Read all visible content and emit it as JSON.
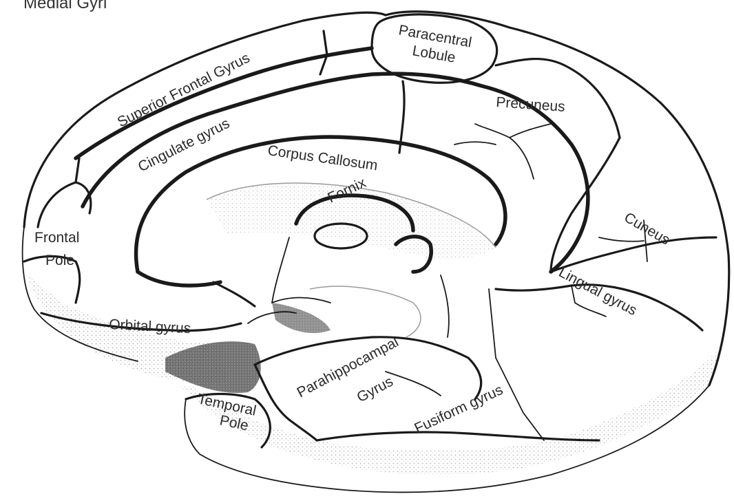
{
  "title": "Medial Gyri",
  "labels": {
    "paracentral_lobule_1": "Paracentral",
    "paracentral_lobule_2": "Lobule",
    "superior_frontal_gyrus": "Superior Frontal Gyrus",
    "precuneus": "Precuneus",
    "cingulate_gyrus": "Cingulate gyrus",
    "corpus_callosum": "Corpus Callosum",
    "fornix": "Fornix",
    "cuneus": "Cuneus",
    "frontal_pole_1": "Frontal",
    "frontal_pole_2": "Pole",
    "lingual_gyrus": "Lingual gyrus",
    "orbital_gyrus": "Orbital gyrus",
    "parahippocampal_gyrus_1": "Parahippocampal",
    "parahippocampal_gyrus_2": "Gyrus",
    "temporal_pole_1": "Temporal",
    "temporal_pole_2": "Pole",
    "fusiform_gyrus": "Fusiform gyrus"
  },
  "colors": {
    "line": "#1a1a1a",
    "text": "#2a2a2a",
    "background": "#ffffff",
    "shading": "#555555"
  }
}
